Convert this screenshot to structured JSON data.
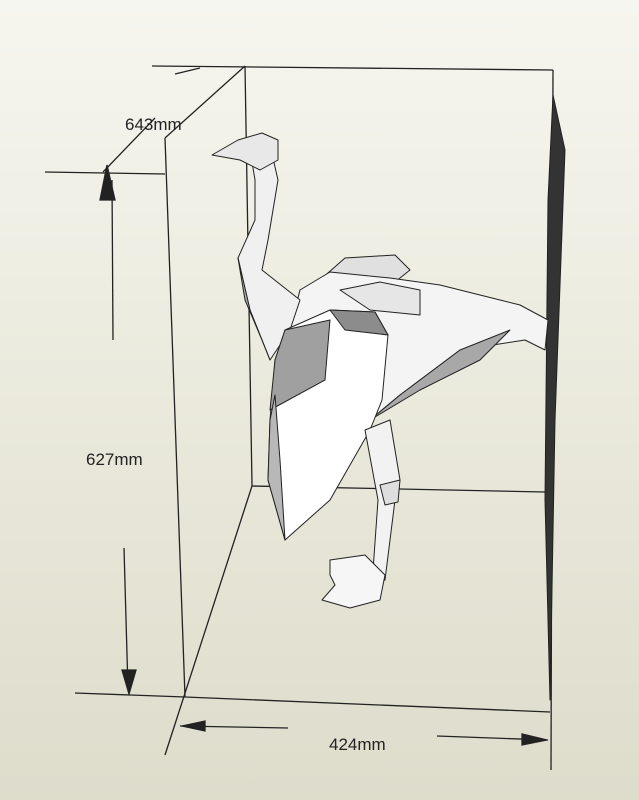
{
  "dimensions": {
    "depth": "643mm",
    "height": "627mm",
    "width": "424mm"
  },
  "colors": {
    "line": "#222222",
    "face_light": "#ffffff",
    "face_mid": "#dcdcdc",
    "face_dark": "#9a9a9a"
  }
}
